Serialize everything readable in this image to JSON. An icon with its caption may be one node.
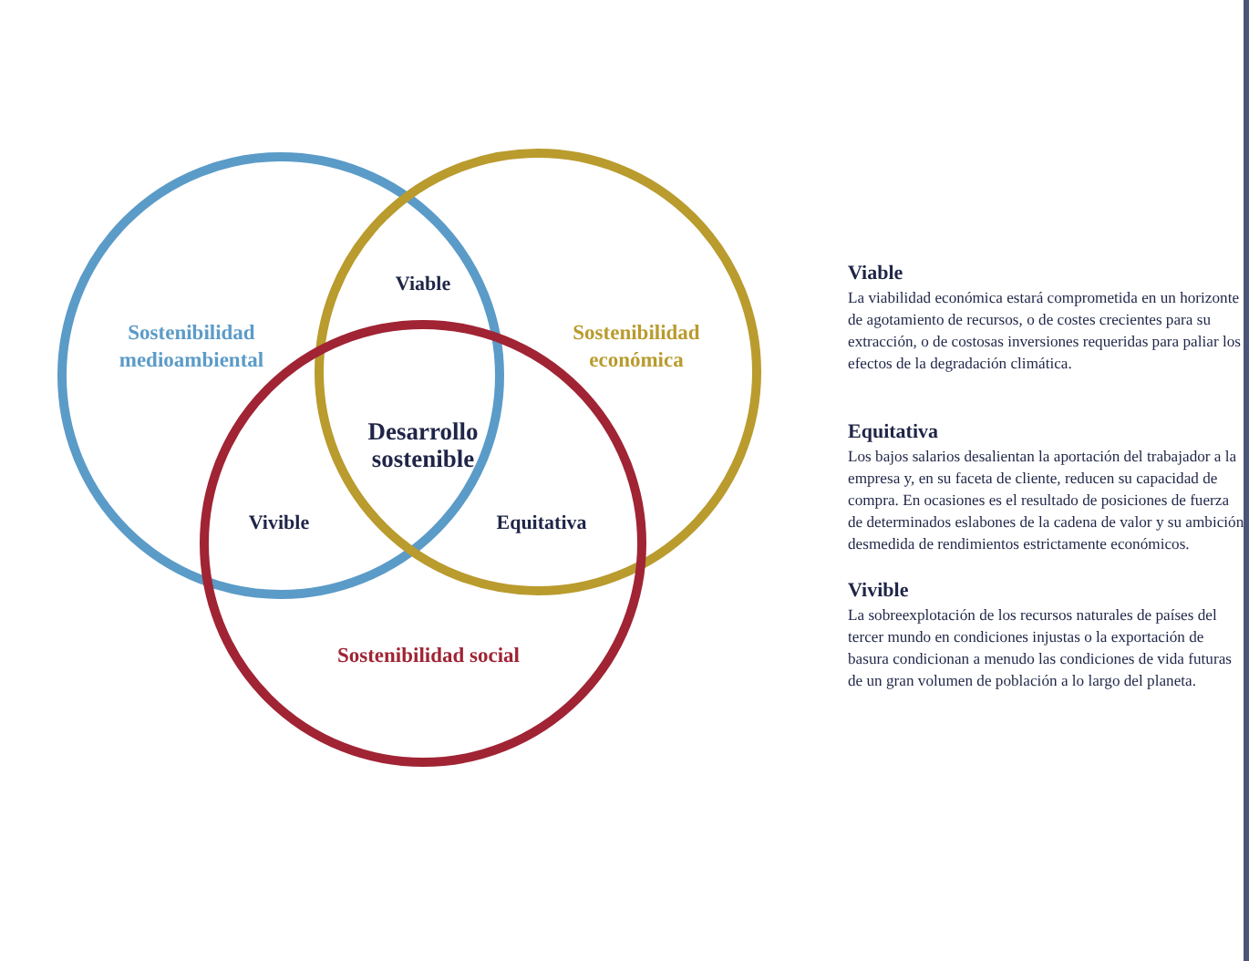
{
  "diagram": {
    "nodes": [
      {
        "text": [
          "Sostenibilidad medioambiental"
        ]
      },
      {
        "text": [
          "Sostenibilidad económica"
        ]
      },
      {
        "text": [
          "Sostenibilidad social"
        ]
      }
    ],
    "edges": [],
    "labels": [
      "Viable",
      "Desarrollo sostenible",
      "Vivible",
      "Equitativa",
      "Viable",
      "La viabilidad económica estará comprometida en un horizonte de agotamiento de recursos, o de costes crecientes para su extracción, o de costosas inversiones requeridas para paliar los efectos de la degradación climática.",
      "Equitativa",
      "Los bajos salarios desalientan la aportación del trabajador a la empresa y, en su faceta de cliente, reducen su capacidad de compra. En ocasiones es el resultado de posiciones de fuerza de determinados eslabones de la cadena de valor y su ambición desmedida de rendimientos estrictamente económicos.",
      "Vivible",
      "La sobreexplotación de los recursos naturales de países del tercer mundo en condiciones injustas o la exportación de basura condicionan a menudo las condiciones de vida futuras de un gran volumen de población a lo largo del planeta."
    ]
  }
}
